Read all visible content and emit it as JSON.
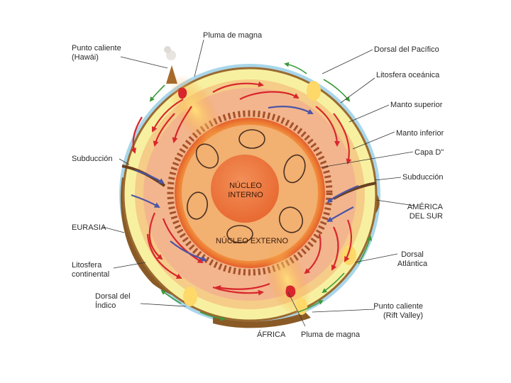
{
  "labels": {
    "hotspot_hawaii": [
      "Punto caliente",
      "(Hawái)"
    ],
    "plume_top": "Pluma de magna",
    "pacific_ridge": "Dorsal del Pacífico",
    "oceanic_lithosphere": "Litosfera oceánica",
    "upper_mantle": "Manto superior",
    "lower_mantle": "Manto inferior",
    "layer_d": "Capa D\"",
    "subduction_left": "Subducción",
    "subduction_right": "Subducción",
    "south_america": [
      "AMÉRICA",
      "DEL SUR"
    ],
    "eurasia": "EURASIA",
    "atlantic_ridge": [
      "Dorsal",
      "Atlántica"
    ],
    "continental_lithosphere": [
      "Litosfera",
      "continental"
    ],
    "indian_ridge": [
      "Dorsal del",
      "Índico"
    ],
    "hotspot_rift": [
      "Punto caliente",
      "(Rift Valley)"
    ],
    "africa": "ÁFRICA",
    "plume_bottom": "Pluma de magna",
    "inner_core": [
      "NÚCLEO",
      "INTERNO"
    ],
    "outer_core": "NÚCLEO EXTERNO"
  },
  "colors": {
    "lithosphere": "#f7f0a0",
    "upper_mantle": "#f5cc88",
    "lower_mantle": "#f3b58e",
    "d_layer": "#a5522a",
    "outer_core": "#f1ad6c",
    "inner_core": "#ec7a3e",
    "crust_brown": "#8a5a26",
    "ocean_blue": "#a8d6ea",
    "hot_arrow": "#d8262c",
    "cold_arrow": "#4a55a6",
    "plate_arrow": "#3a9a3a"
  }
}
